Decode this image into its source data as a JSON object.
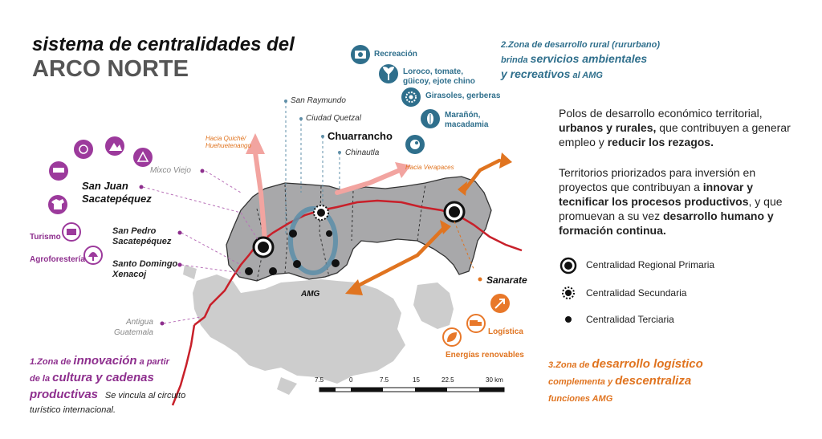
{
  "title": {
    "line1": "sistema de centralidades del",
    "line2": "ARCO NORTE"
  },
  "zone2": {
    "line1": "2.Zona de desarrollo rural (rururbano)",
    "line2a": "brinda ",
    "line2b": "servicios ambientales",
    "line3a": "y recreativos",
    "line3b": " al AMG"
  },
  "zone2_products": [
    {
      "label": "Recreación",
      "icon": "camera-icon"
    },
    {
      "label": "Loroco, tomate, güicoy, ejote chino",
      "line1": "Loroco, tomate,",
      "line2": "güicoy, ejote chino",
      "icon": "sprout-icon"
    },
    {
      "label": "Girasoles, gerberas",
      "icon": "sunflower-icon"
    },
    {
      "label": "Marañon, macadamia",
      "line1": "Marañón,",
      "line2": "macadamia",
      "icon": "seed-icon"
    },
    {
      "label": "",
      "icon": "nut-icon"
    }
  ],
  "right_text": {
    "p1_a": "Polos de desarrollo económico territorial, ",
    "p1_b": "urbanos y rurales,",
    "p1_c": " que contribuyen a generar empleo y ",
    "p1_d": "reducir los rezagos.",
    "p2_a": "Territorios priorizados para inversión en proyectos que contribuyan a ",
    "p2_b": "innovar y tecnificar los procesos productivos",
    "p2_c": ", y que promuevan a su vez ",
    "p2_d": "desarrollo humano y formación continua."
  },
  "legend": [
    {
      "label": "Centralidad Regional Primaria",
      "symbol": "primary"
    },
    {
      "label": "Centralidad Secundaria",
      "symbol": "secondary"
    },
    {
      "label": "Centralidad Terciaria",
      "symbol": "tertiary"
    }
  ],
  "places": {
    "san_raymundo": "San Raymundo",
    "ciudad_quetzal": "Ciudad Quetzal",
    "chuarrancho": "Chuarrancho",
    "chinautla": "Chinautla",
    "mixco_viejo": "Mixco Viejo",
    "hacia_quiche_1": "Hacia Quiché/",
    "hacia_quiche_2": "Huehuetenango",
    "hacia_verapaces": "Hacia Verapaces",
    "san_juan_1": "San Juan",
    "san_juan_2": "Sacatepéquez",
    "san_pedro_1": "San Pedro",
    "san_pedro_2": "Sacatepéquez",
    "santo_domingo_1": "Santo Domingo",
    "santo_domingo_2": "Xenacoj",
    "antigua_1": "Antigua",
    "antigua_2": "Guatemala",
    "amg": "AMG",
    "sanarate": "Sanarate"
  },
  "zone1_items": {
    "turismo": "Turismo",
    "agroforesteria": "Agroforestería"
  },
  "zone3_items": {
    "logistica": "Logística",
    "energias": "Energías renovables"
  },
  "zone1": {
    "a": "1.Zona de ",
    "b": "innovación",
    "c": " a partir",
    "d": "de la ",
    "e": "cultura y cadenas",
    "f": "productivas",
    "g": "Se vincula al circuito",
    "h": "turístico internacional."
  },
  "zone3": {
    "a": "3.Zona de ",
    "b": "desarrollo logístico",
    "c": "complementa y ",
    "d": "descentraliza",
    "e": "funciones AMG"
  },
  "scale": {
    "ticks": [
      "7.5",
      "0",
      "7.5",
      "15",
      "22.5",
      "30 km"
    ]
  },
  "colors": {
    "purple": "#8e2f8e",
    "orange": "#e07420",
    "teal": "#2f6f8c",
    "red": "#c8202a",
    "territory": "#a7a7a9",
    "blue_ellipse": "#5f8fa8"
  }
}
